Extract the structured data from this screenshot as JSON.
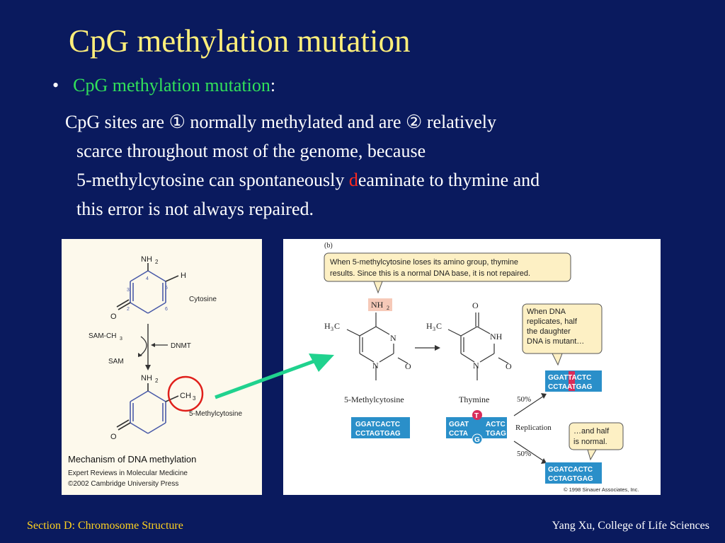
{
  "slide": {
    "title": "CpG methylation mutation",
    "bullet": {
      "marker": "•",
      "text": "CpG methylation mutation",
      "colon": ":"
    },
    "paragraph": {
      "line1": "CpG sites are ① normally methylated and are  ② relatively",
      "line2": "scarce throughout most of the genome, because",
      "line3_pre": "5-methylcytosine can spontaneously ",
      "line3_red": "d",
      "line3_post": "eaminate to thymine and",
      "line4": "this error is not always repaired."
    }
  },
  "figure_left": {
    "nh2_top": "NH",
    "h_label": "H",
    "ring_numbers_top": [
      "4",
      "3",
      "5",
      "2",
      "6"
    ],
    "o_label": "O",
    "cytosine_label": "Cytosine",
    "sam_ch3": "SAM-CH",
    "sam": "SAM",
    "dnmt": "DNMT",
    "nh2_bottom": "NH",
    "ch3": "CH",
    "methylcytosine_label": "5-Methylcytosine",
    "caption_title": "Mechanism of DNA methylation",
    "caption_source": "Expert Reviews in Molecular Medicine",
    "caption_copyright": "©2002 Cambridge University Press",
    "colors": {
      "highlight_circle": "#e0201b"
    }
  },
  "figure_right": {
    "panel_label": "(b)",
    "callout_top_1": "When 5-methylcytosine loses its amino group, thymine",
    "callout_top_2": "results. Since this is a normal DNA base, it is not repaired.",
    "nh2": "NH",
    "h3c": "H",
    "o_label": "O",
    "n_label": "N",
    "nh_label": "NH",
    "label_5mc": "5-Methylcytosine",
    "label_thymine": "Thymine",
    "dna_normal_top": "GGATCACTC",
    "dna_normal_bottom": "CCTAGTGAG",
    "dna_mismatch_top_left": "GGAT",
    "dna_mismatch_top_right": "ACTC",
    "dna_mismatch_bottom_left": "CCTA",
    "dna_mismatch_bottom_right": "TGAG",
    "mismatch_t": "T",
    "mismatch_g": "G",
    "replication": "Replication",
    "pct_top": "50%",
    "pct_bottom": "50%",
    "callout_mutant": [
      "When DNA",
      "replicates, half",
      "the daughter",
      "DNA is mutant…"
    ],
    "dna_mutant_top": "GGATTACTC",
    "dna_mutant_bottom": "CCTAATGAG",
    "callout_normal": [
      "…and half",
      "is normal."
    ],
    "dna_ok_top": "GGATCACTC",
    "dna_ok_bottom": "CCTAGTGAG",
    "copyright": "© 1998 Sinauer Associates, Inc.",
    "colors": {
      "dna_box": "#2a8fc9",
      "callout": "#fdf0c4",
      "nh2_highlight": "#f6c9b8",
      "mismatch": "#d92c5a"
    }
  },
  "arrow": {
    "color": "#20d28e"
  },
  "footer": {
    "left": "Section D: Chromosome Structure",
    "right": "Yang Xu, College of Life Sciences"
  },
  "theme": {
    "background": "#0a1a5e",
    "title_color": "#ffef7a",
    "bullet_color": "#31e05a",
    "footer_left_color": "#ffd21f"
  }
}
